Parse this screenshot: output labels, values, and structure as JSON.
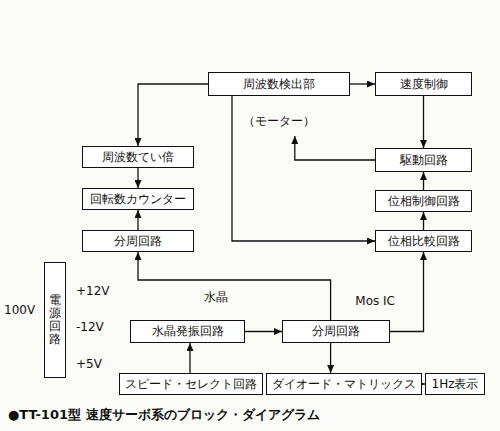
{
  "diagram": {
    "caption": "●TT-101型 速度サーボ系のブロック・ダイアグラム",
    "nodes": [
      {
        "text": [
          "（モーター）"
        ]
      },
      {
        "text": [
          "周波数検出部"
        ],
        "in": 0
      },
      {
        "text": [
          "速度制御"
        ]
      },
      {
        "text": [
          "周波数てい倍"
        ]
      },
      {
        "text": [
          "駆動回路"
        ]
      },
      {
        "text": [
          "回転数カウンター"
        ]
      },
      {
        "text": [
          "位相制御回路"
        ]
      },
      {
        "text": [
          "分周回路"
        ]
      },
      {
        "text": [
          "位相比較回路"
        ]
      },
      {
        "text": [
          "電源回路"
        ]
      },
      {
        "text": [
          "Mos IC"
        ]
      },
      {
        "text": [
          "水晶発振回路"
        ],
        "in": 10
      },
      {
        "text": [
          "分周回路"
        ],
        "in": 10
      },
      {
        "text": [
          "スピード・セレクト回路"
        ]
      },
      {
        "text": [
          "ダイオード・マトリックス"
        ]
      },
      {
        "text": [
          "1Hz表示"
        ]
      }
    ],
    "edges": [
      {
        "from": 1,
        "to": 2,
        "arrow": "to"
      },
      {
        "from": 2,
        "to": 4,
        "arrow": "to"
      },
      {
        "from": 4,
        "to": 0,
        "arrow": "to"
      },
      {
        "from": 1,
        "to": 3,
        "arrow": "to"
      },
      {
        "from": 3,
        "to": 5,
        "arrow": "to"
      },
      {
        "from": 7,
        "to": 5,
        "arrow": "to"
      },
      {
        "from": 12,
        "to": 7,
        "arrow": "to"
      },
      {
        "from": 1,
        "to": 8,
        "arrow": "to"
      },
      {
        "from": 8,
        "to": 6,
        "arrow": "to"
      },
      {
        "from": 6,
        "to": 4,
        "arrow": "to"
      },
      {
        "from": 11,
        "to": 12,
        "arrow": "to"
      },
      {
        "from": 12,
        "to": 8,
        "arrow": "to"
      },
      {
        "from": 12,
        "to": 14,
        "arrow": "to"
      },
      {
        "from": 13,
        "to": 11,
        "arrow": "to"
      },
      {
        "from": 14,
        "to": 15,
        "arrow": "to"
      }
    ],
    "labels": [
      "水晶",
      "100V",
      "+12V",
      "-12V",
      "+5V"
    ]
  }
}
